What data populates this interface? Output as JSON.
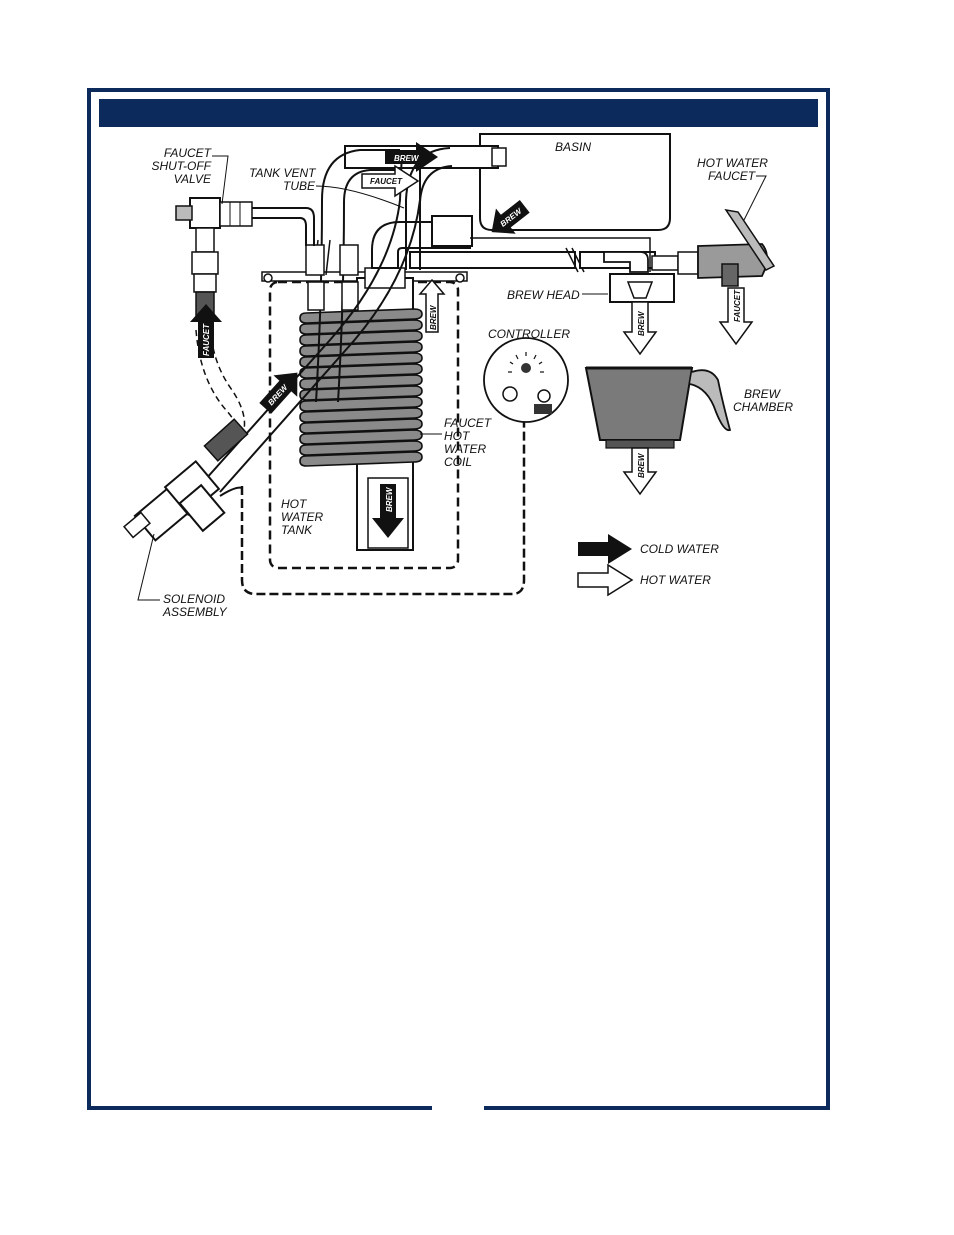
{
  "title_bar": {
    "text": ""
  },
  "labels": {
    "faucet_shutoff_valve": [
      "FAUCET",
      "SHUT-OFF",
      "VALVE"
    ],
    "tank_vent_tube": [
      "TANK VENT",
      "TUBE"
    ],
    "basin": "BASIN",
    "hot_water_faucet": [
      "HOT WATER",
      "FAUCET"
    ],
    "brew_head": "BREW HEAD",
    "controller": "CONTROLLER",
    "brew_chamber": [
      "BREW",
      "CHAMBER"
    ],
    "faucet_hot_water_coil": [
      "FAUCET",
      "HOT",
      "WATER",
      "COIL"
    ],
    "hot_water_tank": [
      "HOT",
      "WATER",
      "TANK"
    ],
    "solenoid_assembly": [
      "SOLENOID",
      "ASSEMBLY"
    ]
  },
  "arrow_texts": {
    "brew": "BREW",
    "faucet": "FAUCET"
  },
  "legend": {
    "cold_water": "COLD WATER",
    "hot_water": "HOT WATER"
  },
  "colors": {
    "frame": "#0c2b5c",
    "coil_gray": "#8a8a8a",
    "chamber_gray": "#7a7a7a",
    "line": "#111111"
  }
}
